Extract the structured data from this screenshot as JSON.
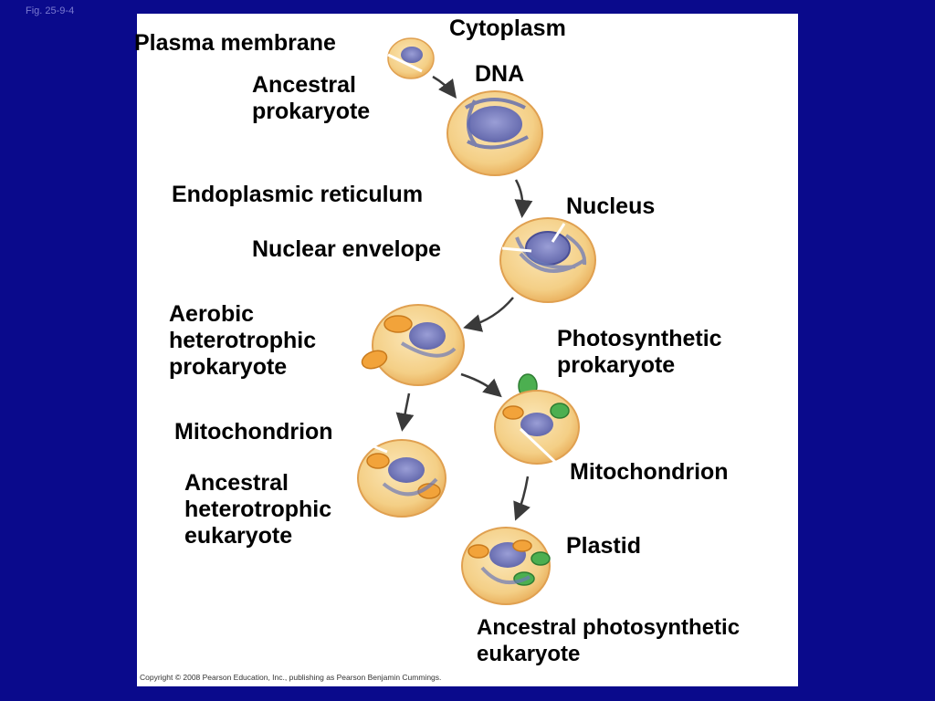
{
  "figure_tag": "Fig. 25-9-4",
  "labels": {
    "cytoplasm": "Cytoplasm",
    "plasma_membrane": "Plasma membrane",
    "dna": "DNA",
    "ancestral_prokaryote": "Ancestral\nprokaryote",
    "endoplasmic_reticulum": "Endoplasmic reticulum",
    "nucleus": "Nucleus",
    "nuclear_envelope": "Nuclear envelope",
    "aerobic_heterotrophic_prokaryote": "Aerobic\nheterotrophic\nprokaryote",
    "photosynthetic_prokaryote": "Photosynthetic\nprokaryote",
    "mitochondrion_left": "Mitochondrion",
    "mitochondrion_right": "Mitochondrion",
    "ancestral_heterotrophic_eukaryote": "Ancestral\nheterotrophic\neukaryote",
    "plastid": "Plastid",
    "ancestral_photosynthetic_eukaryote": "Ancestral photosynthetic\neukaryote"
  },
  "copyright": "Copyright © 2008 Pearson Education, Inc., publishing as Pearson Benjamin Cummings.",
  "colors": {
    "background": "#0a0a8c",
    "panel": "#ffffff",
    "cell_fill": "#f6d79a",
    "cell_outline": "#e6a84e",
    "nucleus": "#7b7fc2",
    "er": "#6c79b8",
    "mitochondrion": "#f2a33a",
    "plastid": "#4caf50",
    "arrow": "#3a3a3a"
  }
}
